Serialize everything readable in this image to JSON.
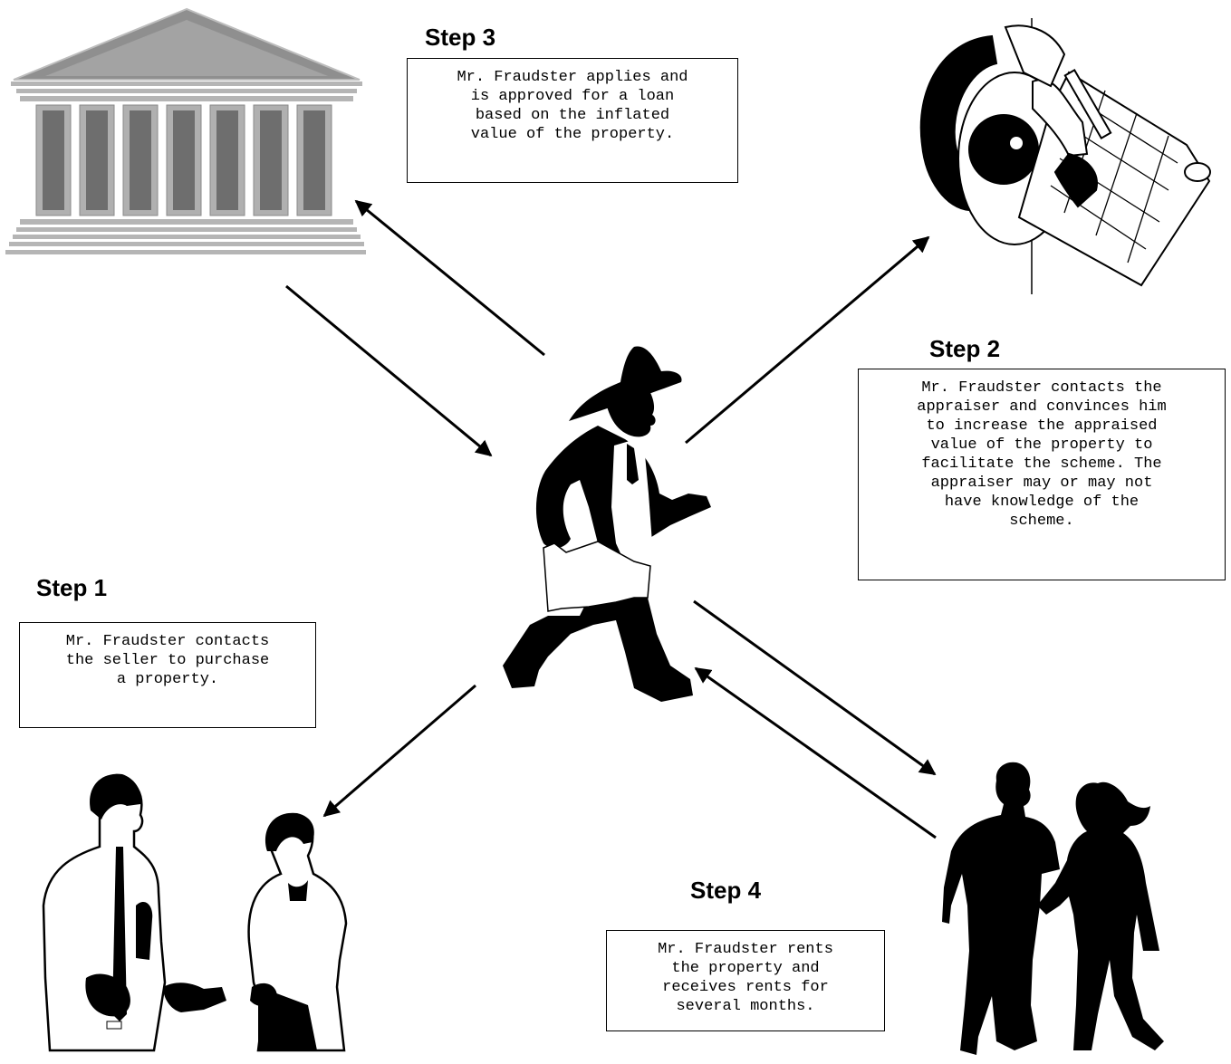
{
  "steps": [
    {
      "title": "Step 1",
      "text": "Mr. Fraudster contacts\nthe seller to purchase\na property."
    },
    {
      "title": "Step 2",
      "text": "Mr. Fraudster contacts the\nappraiser and convinces him\nto increase the appraised\nvalue of the property to\nfacilitate the scheme.  The\nappraiser may or may not\nhave knowledge of the\nscheme."
    },
    {
      "title": "Step 3",
      "text": "Mr. Fraudster applies and\nis approved for a loan\nbased on the inflated\nvalue of the property."
    },
    {
      "title": "Step 4",
      "text": "Mr. Fraudster rents\nthe property and\nreceives rents for\nseveral months."
    }
  ],
  "figures": {
    "bank": "bank-building-icon",
    "fraudster": "walking-man-with-hat-icon",
    "appraiser": "appraiser-at-desk-icon",
    "seller": "handshake-business-people-icon",
    "renters": "young-couple-icon"
  },
  "colors": {
    "ink": "#000000",
    "bank_gray": "#9a9a9a",
    "bank_light": "#c8c8c8"
  }
}
